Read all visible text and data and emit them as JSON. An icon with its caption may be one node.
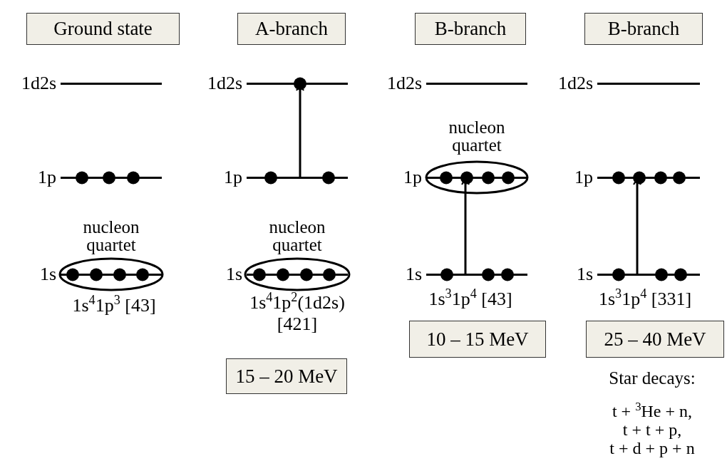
{
  "diagram": {
    "nodes": [
      {
        "text": [
          "Ground state"
        ]
      },
      {
        "text": [
          "A-branch"
        ]
      },
      {
        "text": [
          "B-branch"
        ]
      },
      {
        "text": [
          "B-branch"
        ]
      },
      {
        "text": [],
        "shape": "bar",
        "beside": [
          "1d2s"
        ]
      },
      {
        "text": [],
        "shape": "bar",
        "beside": [
          "1p"
        ]
      },
      {
        "text": [
          "nucleon quartet"
        ]
      },
      {
        "text": [],
        "shape": "bar",
        "beside": [
          "1s"
        ],
        "in": 6
      },
      {
        "text": [],
        "shape": "bar",
        "beside": [
          "1d2s"
        ]
      },
      {
        "text": [],
        "shape": "bar",
        "beside": [
          "1p"
        ]
      },
      {
        "text": [
          "nucleon quartet"
        ]
      },
      {
        "text": [],
        "shape": "bar",
        "beside": [
          "1s"
        ],
        "in": 10
      },
      {
        "text": [
          "15 – 20 MeV"
        ]
      },
      {
        "text": [],
        "shape": "bar",
        "beside": [
          "1d2s"
        ]
      },
      {
        "text": [
          "nucleon quartet"
        ]
      },
      {
        "text": [],
        "shape": "bar",
        "beside": [
          "1p"
        ],
        "in": 14
      },
      {
        "text": [],
        "shape": "bar",
        "beside": [
          "1s"
        ]
      },
      {
        "text": [
          "10 – 15 MeV"
        ]
      },
      {
        "text": [],
        "shape": "bar",
        "beside": [
          "1d2s"
        ]
      },
      {
        "text": [],
        "shape": "bar",
        "beside": [
          "1p"
        ]
      },
      {
        "text": [],
        "shape": "bar",
        "beside": [
          "1s"
        ]
      },
      {
        "text": [
          "25 – 40 MeV"
        ]
      }
    ],
    "edges": [
      {
        "from": 9,
        "to": 8,
        "arrow": "to"
      },
      {
        "from": 16,
        "to": 15,
        "arrow": "to"
      },
      {
        "from": 20,
        "to": 19,
        "arrow": "to"
      }
    ],
    "labels": [
      "1s$^{4}$1p$^{3}$ [43]",
      "1s$^{4}$1p$^{2}$(1d2s) [421]",
      "1s$^{3}$1p$^{4}$ [43]",
      "1s$^{3}$1p$^{4}$ [331]",
      "Star decays:",
      "t + $^{3}$He + n,",
      "t + t + p,",
      "t + d + p + n"
    ]
  }
}
